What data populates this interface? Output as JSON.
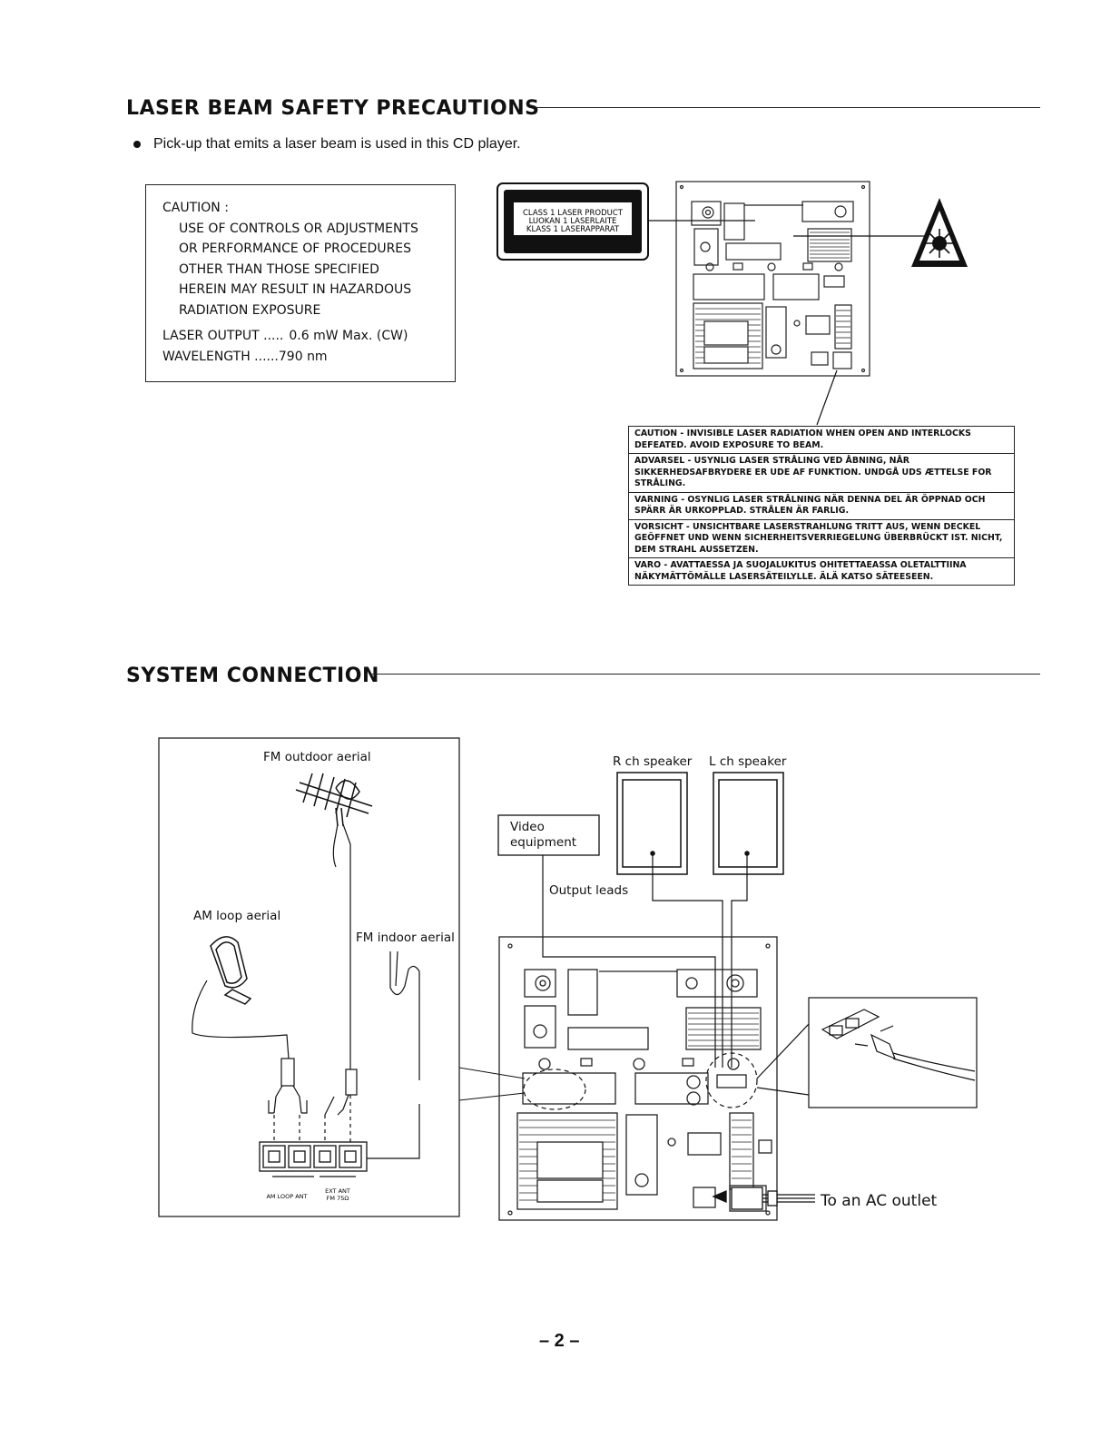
{
  "laser_section": {
    "title": "LASER  BEAM  SAFETY  PRECAUTIONS",
    "bullet": "Pick-up that emits a laser beam is used in this CD player.",
    "caution_box": {
      "heading": "CAUTION :",
      "lines": [
        "USE OF CONTROLS OR ADJUSTMENTS",
        "OR PERFORMANCE OF PROCEDURES",
        "OTHER THAN THOSE SPECIFIED",
        "HEREIN MAY RESULT IN HAZARDOUS",
        "RADIATION EXPOSURE"
      ],
      "laser_output_label": "LASER OUTPUT .....",
      "laser_output_value": "0.6 mW Max. (CW)",
      "wavelength_label": "WAVELENGTH ......",
      "wavelength_value": "790 nm"
    },
    "class_label": {
      "line1": "CLASS 1 LASER PRODUCT",
      "line2": "LUOKAN 1 LASERLAITE",
      "line3": "KLASS 1 LASERAPPARAT"
    },
    "warnings": [
      "CAUTION - INVISIBLE LASER RADIATION WHEN OPEN AND INTERLOCKS DEFEATED. AVOID EXPOSURE TO BEAM.",
      "ADVARSEL - USYNLIG LASER STRÅLING VED ÅBNING, NÅR SIKKERHEDSAFBRYDERE ER UDE AF FUNKTION. UNDGÅ UDS ÆTTELSE FOR STRÅLING.",
      "VARNING - OSYNLIG LASER STRÅLNING NÄR DENNA DEL ÄR ÖPPNAD OCH SPÄRR ÄR URKOPPLAD. STRÅLEN ÄR FARLIG.",
      "VORSICHT - UNSICHTBARE LASERSTRAHLUNG TRITT AUS, WENN DECKEL GEÖFFNET UND WENN SICHERHEITSVERRIEGELUNG ÜBERBRÜCKT IST. NICHT, DEM STRAHL AUSSETZEN.",
      "VARO - AVATTAESSA JA SUOJALUKITUS OHITETTAEASSA OLETALTTIINA NÄKYMÄTTÖMÄLLE LASERSÄTEILYLLE. ÄLÄ KATSO SÄTEESEEN."
    ]
  },
  "system_section": {
    "title": "SYSTEM  CONNECTION",
    "labels": {
      "fm_outdoor": "FM outdoor aerial",
      "am_loop": "AM loop aerial",
      "fm_indoor": "FM indoor aerial",
      "r_speaker": "R ch speaker",
      "l_speaker": "L ch speaker",
      "video_line1": "Video",
      "video_line2": "equipment",
      "output_leads": "Output leads",
      "ac_outlet": "To an AC outlet",
      "terminal_am": "AM LOOP ANT",
      "terminal_ext1": "EXT ANT",
      "terminal_ext2": "FM 75Ω"
    }
  },
  "footer": {
    "page_number": "– 2 –"
  }
}
